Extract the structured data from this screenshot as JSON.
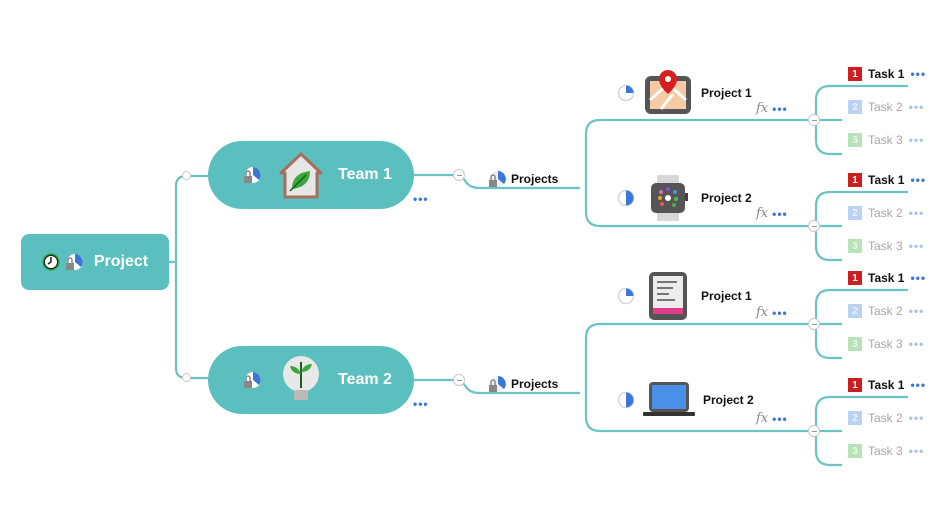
{
  "root": {
    "label": "Project",
    "icons": [
      "clock-icon",
      "progress-lock-icon"
    ]
  },
  "teams": [
    {
      "label": "Team 1",
      "icon": "house-leaf-icon",
      "more": "•••",
      "branch": {
        "label": "Projects"
      },
      "projects": [
        {
          "label": "Project 1",
          "icon": "map-pin-icon",
          "progress": 0.25,
          "fx": "fx",
          "more": "•••",
          "tasks": [
            {
              "label": "Task 1",
              "priority": "1",
              "color": "#cc1f1f",
              "active": true
            },
            {
              "label": "Task 2",
              "priority": "2",
              "color": "#b9d3f5",
              "active": false
            },
            {
              "label": "Task 3",
              "priority": "3",
              "color": "#b7e3b7",
              "active": false
            }
          ]
        },
        {
          "label": "Project 2",
          "icon": "smartwatch-icon",
          "progress": 0.5,
          "fx": "fx",
          "more": "•••",
          "tasks": [
            {
              "label": "Task 1",
              "priority": "1",
              "color": "#cc1f1f",
              "active": true
            },
            {
              "label": "Task 2",
              "priority": "2",
              "color": "#b9d3f5",
              "active": false
            },
            {
              "label": "Task 3",
              "priority": "3",
              "color": "#b7e3b7",
              "active": false
            }
          ]
        }
      ]
    },
    {
      "label": "Team 2",
      "icon": "lightbulb-plant-icon",
      "more": "•••",
      "branch": {
        "label": "Projects"
      },
      "projects": [
        {
          "label": "Project 1",
          "icon": "document-icon",
          "progress": 0.25,
          "fx": "fx",
          "more": "•••",
          "tasks": [
            {
              "label": "Task 1",
              "priority": "1",
              "color": "#cc1f1f",
              "active": true
            },
            {
              "label": "Task 2",
              "priority": "2",
              "color": "#b9d3f5",
              "active": false
            },
            {
              "label": "Task 3",
              "priority": "3",
              "color": "#b7e3b7",
              "active": false
            }
          ]
        },
        {
          "label": "Project 2",
          "icon": "laptop-icon",
          "progress": 0.5,
          "fx": "fx",
          "more": "•••",
          "tasks": [
            {
              "label": "Task 1",
              "priority": "1",
              "color": "#cc1f1f",
              "active": true
            },
            {
              "label": "Task 2",
              "priority": "2",
              "color": "#b9d3f5",
              "active": false
            },
            {
              "label": "Task 3",
              "priority": "3",
              "color": "#b7e3b7",
              "active": false
            }
          ]
        }
      ]
    }
  ],
  "colors": {
    "node": "#5bbfbf",
    "line": "#6cc3c3",
    "more": "#3a78d8",
    "inactive_text": "#a8a8a8"
  }
}
